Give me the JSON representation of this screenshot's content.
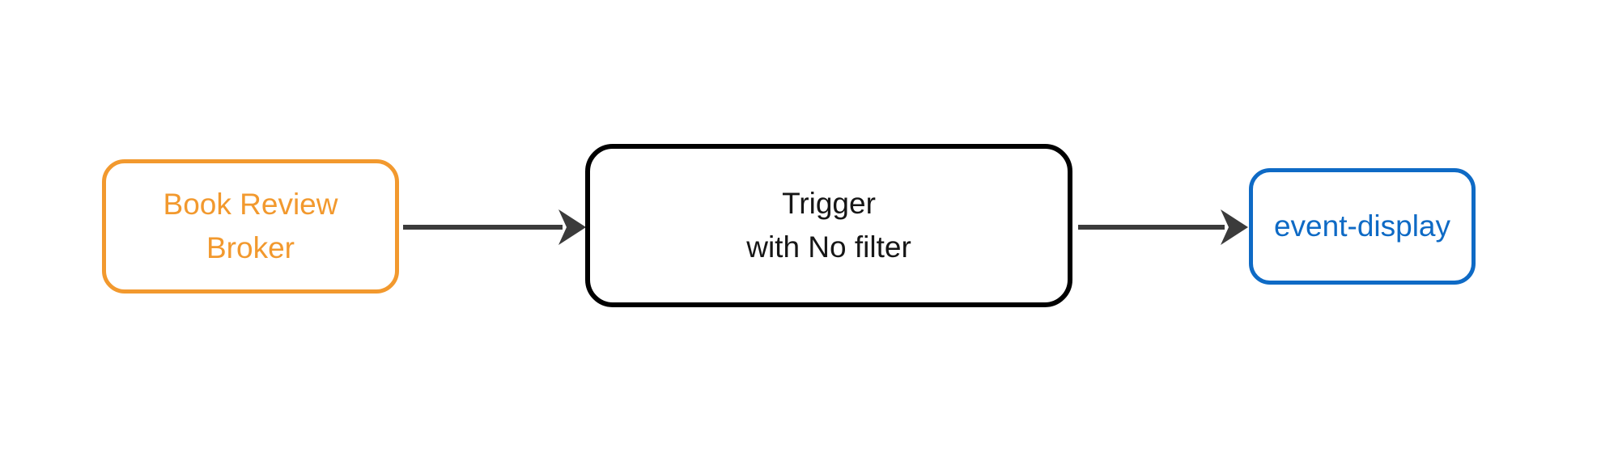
{
  "colors": {
    "background": "#ffffff",
    "arrow": "#3b3b3b",
    "broker_accent": "#f2992e",
    "trigger_border": "#000000",
    "trigger_text": "#161616",
    "event_display_accent": "#0e6ac5"
  },
  "nodes": {
    "broker": {
      "lines": [
        "Book Review",
        "Broker"
      ],
      "border_color": "#f2992e",
      "text_color": "#f2992e"
    },
    "trigger": {
      "lines": [
        "Trigger",
        "with No filter"
      ],
      "border_color": "#000000",
      "text_color": "#161616"
    },
    "event_display": {
      "lines": [
        "event-display"
      ],
      "border_color": "#0e6ac5",
      "text_color": "#0e6ac5"
    }
  },
  "edges": [
    {
      "from": "Book Review Broker",
      "to": "Trigger with No filter"
    },
    {
      "from": "Trigger with No filter",
      "to": "event-display"
    }
  ]
}
